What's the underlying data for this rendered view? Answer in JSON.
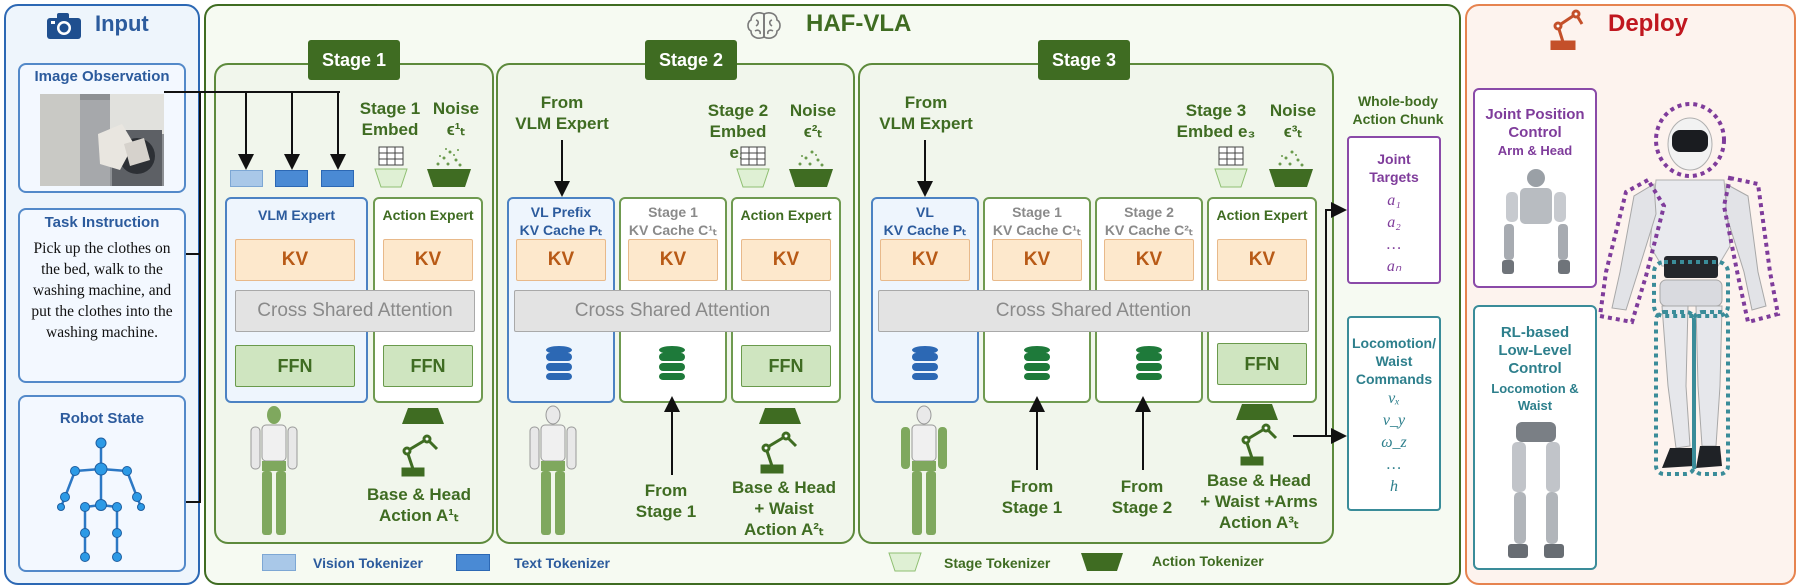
{
  "input": {
    "title": "Input",
    "image_label": "Image Observation",
    "task_label": "Task Instruction",
    "task_text": "Pick up the clothes on the bed, walk to the washing machine, and put the clothes into the washing machine.",
    "state_label": "Robot State"
  },
  "main": {
    "title": "HAF-VLA",
    "stage1": {
      "tab": "Stage 1",
      "embed": "Stage 1",
      "embed2": "Embed e₁",
      "noise": "Noise",
      "noise2": "ϵ¹ₜ",
      "vlm_expert": "VLM Expert",
      "action_expert": "Action Expert",
      "kv": "KV",
      "attention": "Cross Shared Attention",
      "ffn": "FFN",
      "action": "Base & Head",
      "action2": "Action A¹ₜ"
    },
    "stage2": {
      "tab": "Stage 2",
      "from_vlm": "From",
      "from_vlm2": "VLM Expert",
      "embed": "Stage 2",
      "embed2": "Embed e₂",
      "noise": "Noise",
      "noise2": "ϵ²ₜ",
      "vl_prefix": "VL Prefix",
      "vl_prefix2": "KV Cache Pₜ",
      "stage1_cache": "Stage 1",
      "stage1_cache2": "KV Cache C¹ₜ",
      "action_expert": "Action Expert",
      "kv": "KV",
      "attention": "Cross Shared Attention",
      "ffn": "FFN",
      "from_stage": "From",
      "from_stage2": "Stage 1",
      "action": "Base & Head",
      "action2": "+ Waist",
      "action3": "Action A²ₜ"
    },
    "stage3": {
      "tab": "Stage 3",
      "from_vlm": "From",
      "from_vlm2": "VLM Expert",
      "embed": "Stage 3",
      "embed2": "Embed e₃",
      "noise": "Noise",
      "noise2": "ϵ³ₜ",
      "vl_cache": "VL",
      "vl_cache2": "KV Cache Pₜ",
      "stage1_cache": "Stage 1",
      "stage1_cache2": "KV Cache C¹ₜ",
      "stage2_cache": "Stage 2",
      "stage2_cache2": "KV Cache C²ₜ",
      "action_expert": "Action Expert",
      "kv": "KV",
      "attention": "Cross Shared Attention",
      "ffn": "FFN",
      "from_stage1": "From",
      "from_stage1b": "Stage 1",
      "from_stage2": "From",
      "from_stage2b": "Stage 2",
      "action": "Base & Head",
      "action2": "+ Waist +Arms",
      "action3": "Action A³ₜ"
    },
    "chunk": {
      "title": "Whole-body",
      "title2": "Action Chunk",
      "joint_title": "Joint",
      "joint_title2": "Targets",
      "joint_items": [
        "a₁",
        "a₂",
        "…",
        "aₙ"
      ],
      "loco_title": "Locomotion/",
      "loco_title2": "Waist",
      "loco_title3": "Commands",
      "loco_items": [
        "vₓ",
        "v_y",
        "ω_z",
        "…",
        "h"
      ]
    },
    "legend": {
      "vision": "Vision Tokenizer",
      "text": "Text Tokenizer",
      "stage": "Stage Tokenizer",
      "action": "Action Tokenizer"
    }
  },
  "deploy": {
    "title": "Deploy",
    "joint_title": "Joint Position",
    "joint_title2": "Control",
    "joint_sub": "Arm & Head",
    "rl_title": "RL-based",
    "rl_title2": "Low-Level",
    "rl_title3": "Control",
    "rl_sub": "Locomotion &",
    "rl_sub2": "Waist"
  },
  "colors": {
    "input_border": "#2c68b4",
    "main_border": "#3f6c22",
    "deploy_border": "#e6834f",
    "kv_fill": "#fde8cc",
    "ffn_fill": "#cfe5c0",
    "action_tokenizer": "#3f6c22",
    "stage_tokenizer": "#dff0d4",
    "vision_tokenizer": "#a9c8e8",
    "text_tokenizer": "#4a8ad4",
    "joint_border": "#8a4aa8",
    "loco_border": "#3a8c99"
  }
}
